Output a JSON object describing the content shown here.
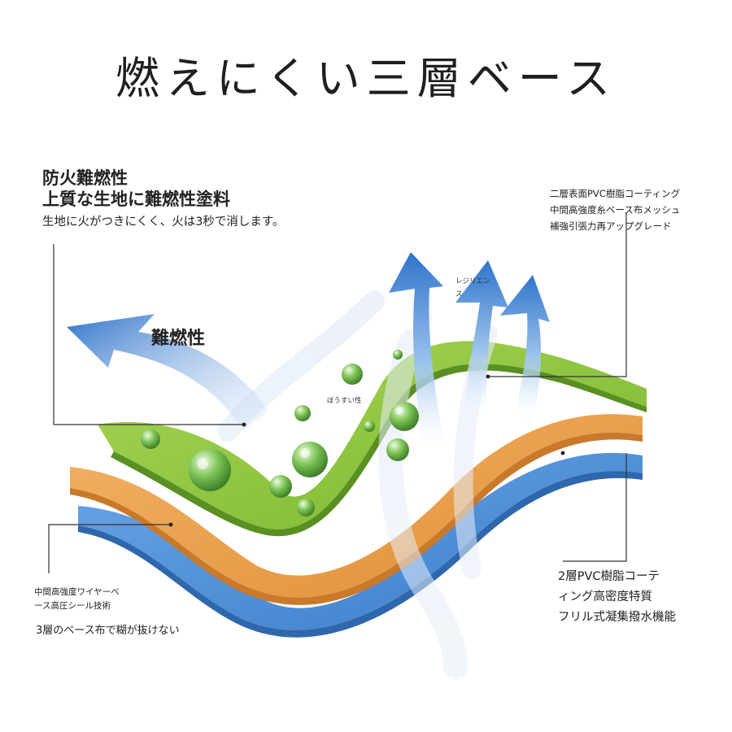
{
  "title": "燃えにくい三層ベース",
  "fire": {
    "heading": "防火難燃性",
    "subheading": "上質な生地に難燃性塗料",
    "description": "生地に火がつきにくく、火は3秒で消します。"
  },
  "arrow_label_flame": "難燃性",
  "arrow_label_resilience": [
    "レジリエン",
    "ス"
  ],
  "water_label": "ぼうすい性",
  "top_right": [
    "二層表面PVC樹脂コーティング",
    "中間高強度糸ベース布メッシュ",
    "補強引張力再アップグレード"
  ],
  "bottom_right": [
    "2層PVC樹脂コーテ",
    "ィング高密度特質",
    "フリル式凝集撥水機能"
  ],
  "bottom_left": [
    "中間高強度ワイヤーベ",
    "ース高圧シール技術"
  ],
  "bottom_left_footer": "3層のベース布で糊が抜けない",
  "colors": {
    "green_layer": "#8cc63f",
    "orange_layer": "#eba04e",
    "blue_layer": "#4f8fd6",
    "arrow_blue": "#3d7fcf"
  }
}
